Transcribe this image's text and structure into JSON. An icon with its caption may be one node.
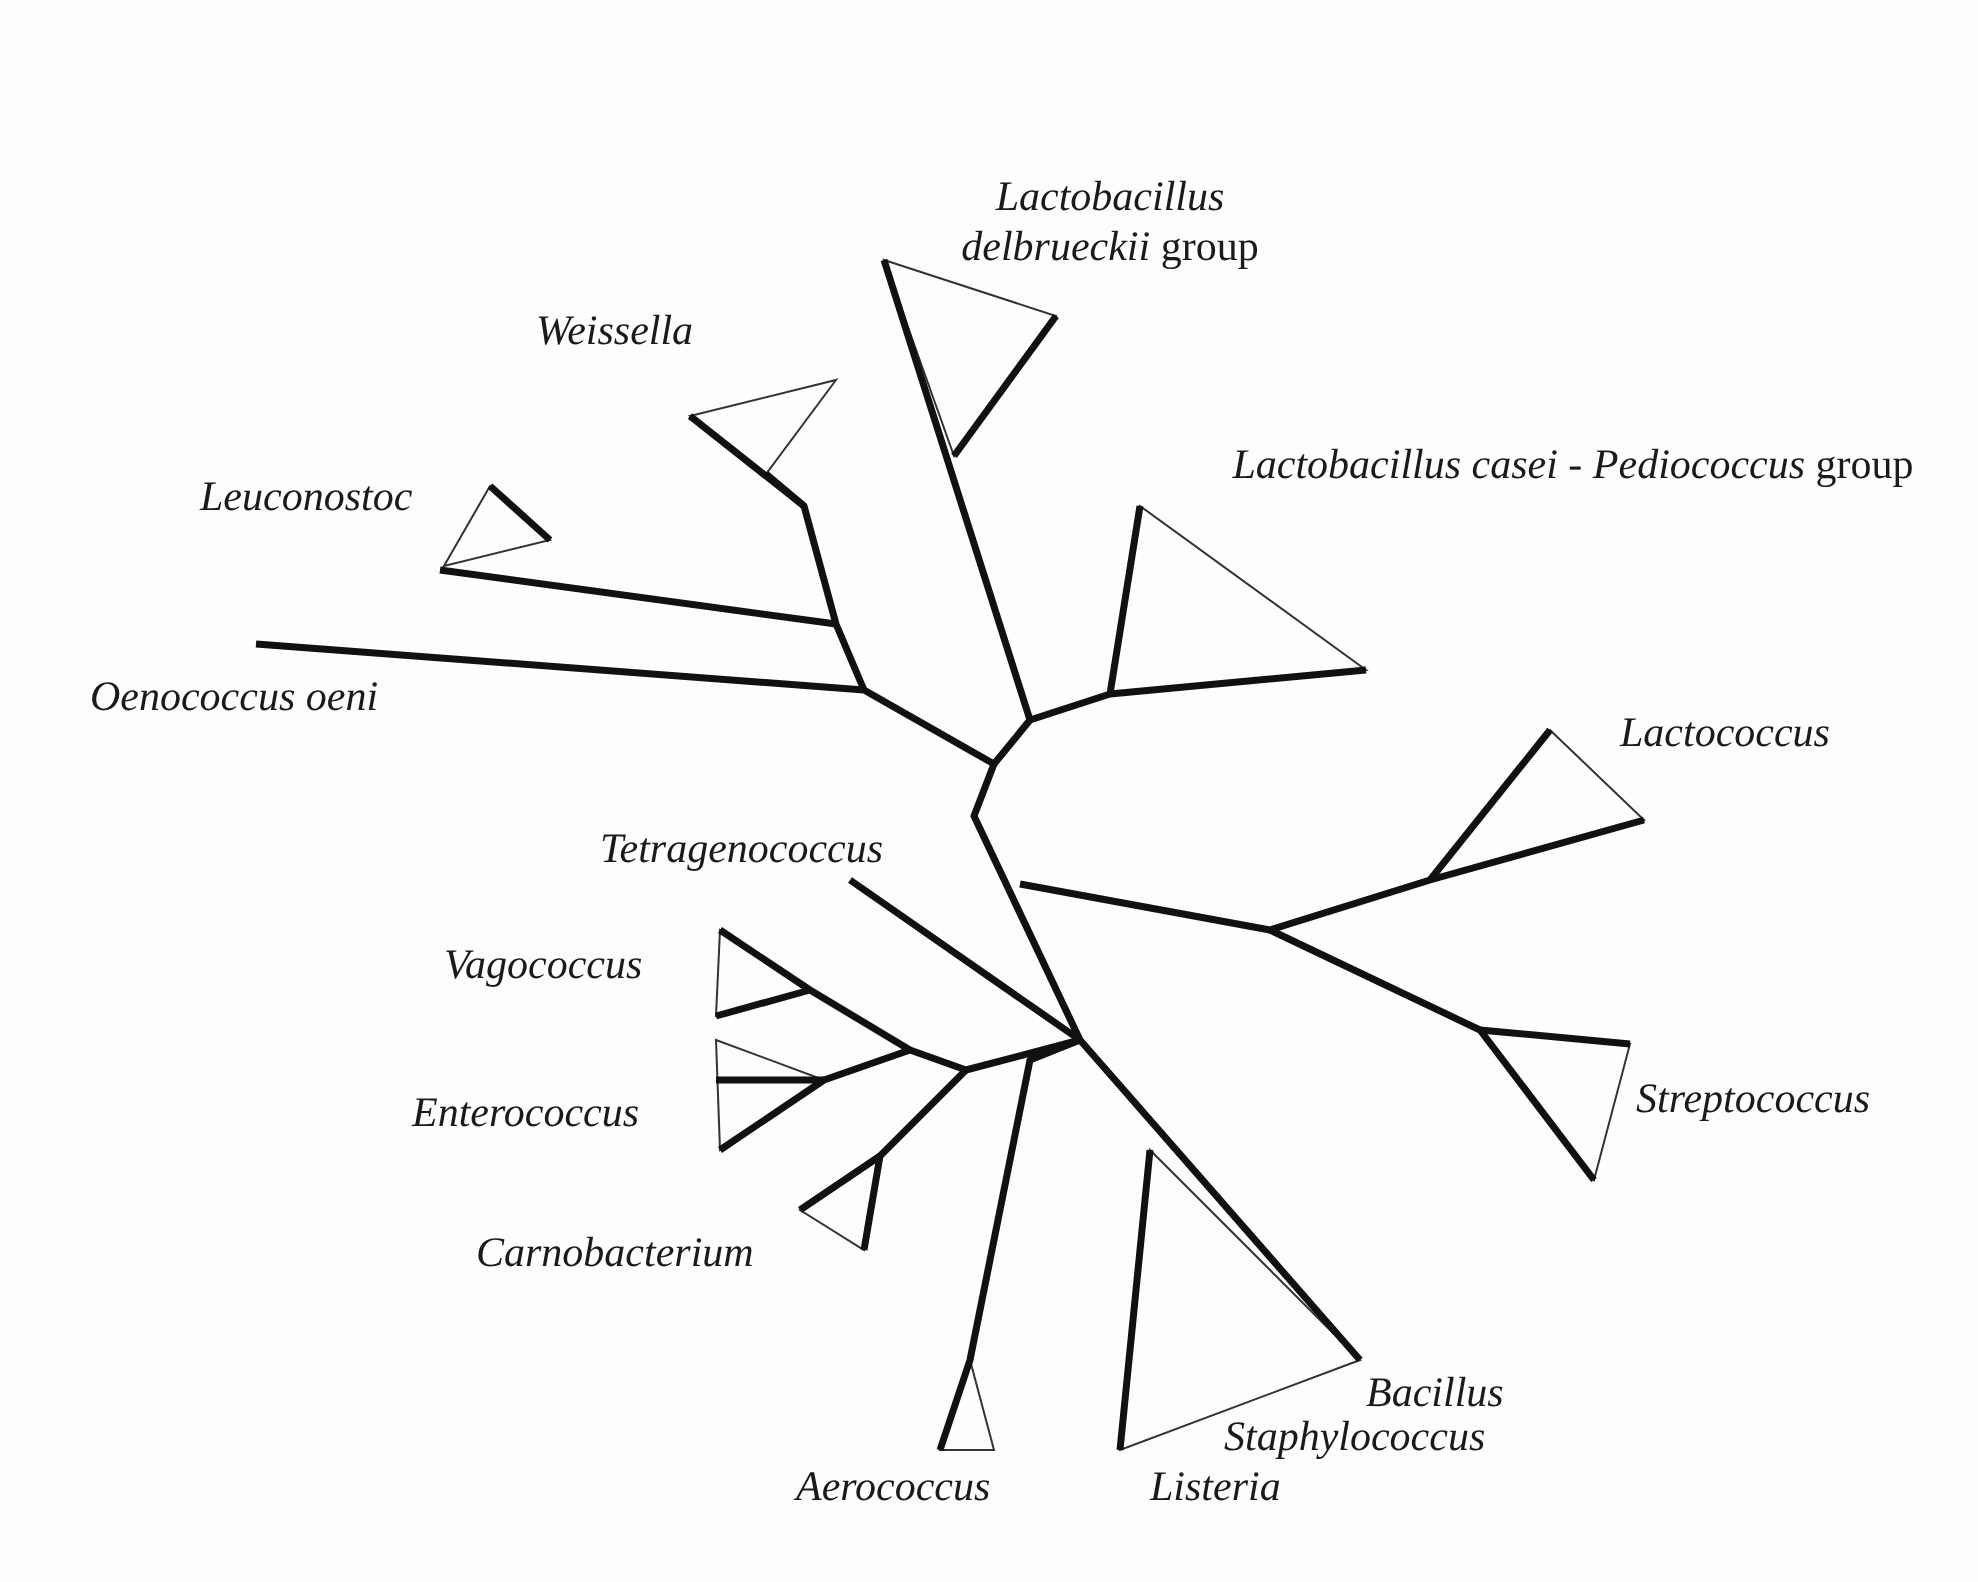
{
  "diagram": {
    "labels": [
      "*Lactobacillus delbrueckii* group",
      "Weissella",
      "*Lactobacillus casei - Pediococcus* group",
      "Leuconostoc",
      "Oenococcus oeni",
      "Lactococcus",
      "Tetragenococcus",
      "Vagococcus",
      "Enterococcus",
      "Streptococcus",
      "Carnobacterium",
      "Bacillus",
      "Staphylococcus",
      "Aerococcus",
      "Listeria"
    ]
  }
}
